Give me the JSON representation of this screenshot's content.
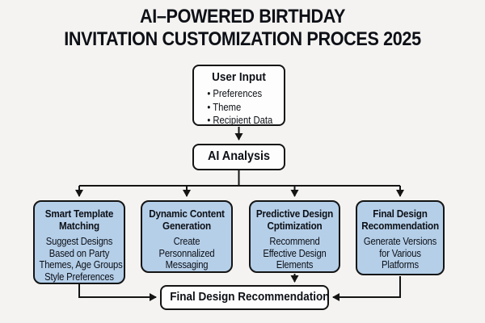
{
  "title": {
    "line1": "AI–POWERED BIRTHDAY",
    "line2": "INVITATION CUSTOMIZATION PROCES 2025"
  },
  "nodes": {
    "user_input": {
      "title": "User Input",
      "bullets": [
        "Preferences",
        "Theme",
        "Recipient Data"
      ]
    },
    "ai_analysis": {
      "label": "AI Analysis"
    },
    "smart_template": {
      "title_lines": [
        "Smart Template",
        "Matching"
      ],
      "body_lines": [
        "Suggest Designs",
        "Based on Party",
        "Themes, Age Groups",
        "Style Preferences"
      ]
    },
    "dynamic_content": {
      "title_lines": [
        "Dynamic Content",
        "Generation"
      ],
      "body_lines": [
        "Create",
        "Personnalized",
        "Messaging"
      ]
    },
    "predictive_design": {
      "title_lines": [
        "Predictive Design",
        "Cptimization"
      ],
      "body_lines": [
        "Recommend",
        "Effective Design",
        "Elements"
      ]
    },
    "final_design_rec": {
      "title_lines": [
        "Final Design",
        "Recommendation"
      ],
      "body_lines": [
        "Generate Versions",
        "for Various",
        "Platforms"
      ]
    },
    "final_output": {
      "label": "Final Design Recommendation"
    }
  },
  "edges": [
    {
      "from": "user_input",
      "to": "ai_analysis"
    },
    {
      "from": "ai_analysis",
      "to": "smart_template"
    },
    {
      "from": "ai_analysis",
      "to": "dynamic_content"
    },
    {
      "from": "ai_analysis",
      "to": "predictive_design"
    },
    {
      "from": "ai_analysis",
      "to": "final_design_rec"
    },
    {
      "from": "smart_template",
      "to": "final_output"
    },
    {
      "from": "predictive_design",
      "to": "final_output"
    },
    {
      "from": "final_design_rec",
      "to": "final_output"
    }
  ],
  "colors": {
    "background": "#f4f3f1",
    "node_fill_blue": "#b5cfe9",
    "node_fill_white": "#fdfdfd",
    "border": "#141414",
    "text": "#0d1016"
  }
}
